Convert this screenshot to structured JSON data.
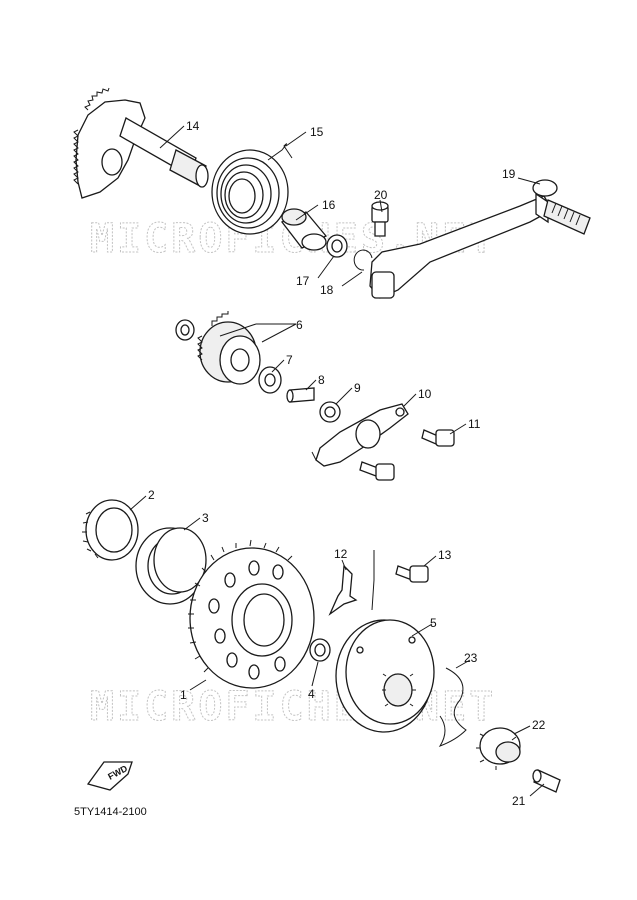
{
  "diagram_code": "5TY1414-2100",
  "watermark_text": "MICROFICHES.NET",
  "fwd_label": "FWD",
  "callouts": [
    "1",
    "2",
    "3",
    "4",
    "5",
    "6",
    "7",
    "8",
    "9",
    "10",
    "11",
    "12",
    "13",
    "14",
    "15",
    "16",
    "17",
    "18",
    "19",
    "20",
    "21",
    "22",
    "23"
  ]
}
